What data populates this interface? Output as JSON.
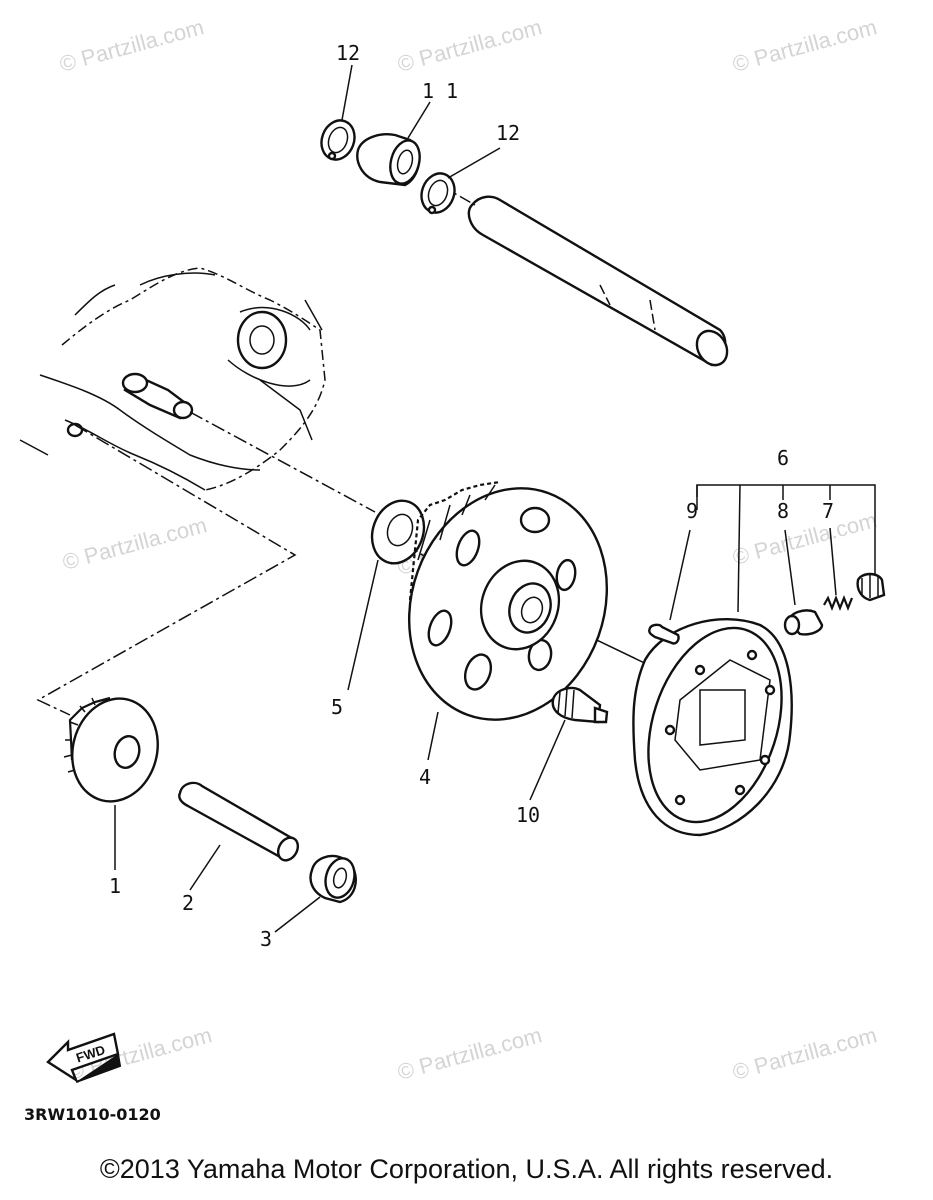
{
  "watermark": "© Partzilla.com",
  "callouts": {
    "c1": "1",
    "c2": "2",
    "c3": "3",
    "c4": "4",
    "c5": "5",
    "c6": "6",
    "c7": "7",
    "c8": "8",
    "c9": "9",
    "c10": "10",
    "c11": "1 1",
    "c12a": "12",
    "c12b": "12"
  },
  "fwd_label": "FWD",
  "diagram_code": "3RW1010-0120",
  "copyright": "©2013 Yamaha Motor Corporation, U.S.A. All rights reserved."
}
